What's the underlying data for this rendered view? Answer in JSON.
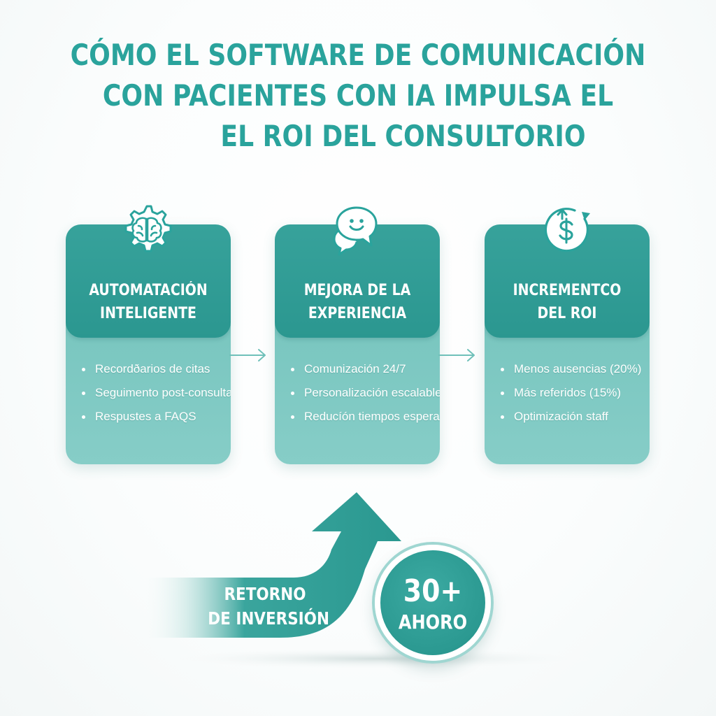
{
  "title": {
    "line1": "CÓMO EL SOFTWARE DE COMUNICACIÓN",
    "line2": "CON PACIENTES CON IA IMPULSA EL",
    "line3": "EL ROI DEL CONSULTORIO"
  },
  "cards": [
    {
      "icon": "brain-gear-icon",
      "title_line1": "AUTOMATACIÓN",
      "title_line2": "INTELIGENTE",
      "bullets": [
        "Recordðarios de citas",
        "Seguimento post-consulta",
        "Respustes a FAQS"
      ]
    },
    {
      "icon": "smiley-chat-icon",
      "title_line1": "MEJORA DE LA",
      "title_line2": "EXPERIENCIA",
      "bullets": [
        "Comunización 24/7",
        "Personalización escalable",
        "Reducíón tiempos espera"
      ]
    },
    {
      "icon": "dollar-growth-icon",
      "title_line1": "INCREMENTCO",
      "title_line2": "DEL ROI",
      "bullets": [
        "Menos ausencias (20%)",
        "Más referidos (15%)",
        "Optimización staff"
      ]
    }
  ],
  "roi": {
    "label_line1": "RETORNO",
    "label_line2": "DE INVERSIÓN",
    "badge_value": "30+",
    "badge_text": "AHORO"
  },
  "colors": {
    "teal": "#2aa39c",
    "teal_dark": "#2b9790",
    "teal_light": "#86cdc7",
    "white": "#ffffff"
  }
}
